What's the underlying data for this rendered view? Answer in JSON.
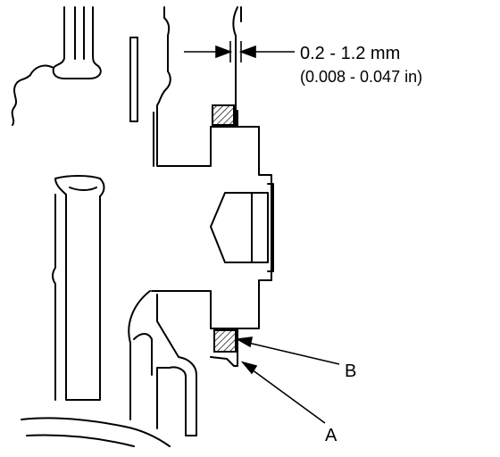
{
  "annotations": {
    "clearance_mm": "0.2 - 1.2 mm",
    "clearance_in": "(0.008 - 0.047 in)",
    "label_b": "B",
    "label_a": "A"
  }
}
